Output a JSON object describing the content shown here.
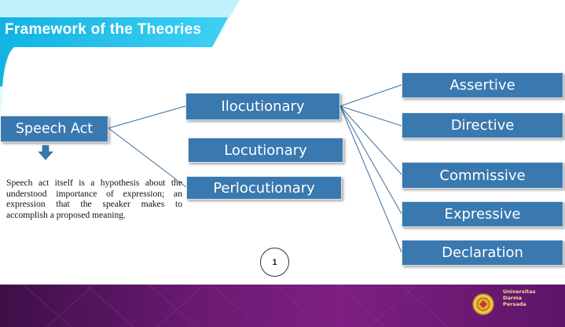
{
  "header": {
    "title": "Framework of the Theories"
  },
  "diagram": {
    "root": "Speech Act",
    "middle": [
      "Ilocutionary",
      "Locutionary",
      "Perlocutionary"
    ],
    "illocutionary_types": [
      "Assertive",
      "Directive",
      "Commissive",
      "Expressive",
      "Declaration"
    ]
  },
  "description": "Speech act itself is a hypothesis about the understood importance of expression; an expression that the speaker makes to accomplish a proposed meaning.",
  "page_number": "1",
  "footer": {
    "logo_text": "Universitas\nDarma\nPersada",
    "logo_icon": "university-seal-icon"
  },
  "colors": {
    "box": "#3a78b0",
    "header": "#1ec0ea",
    "footer": "#6a1a72",
    "connector": "#3d6e9e"
  }
}
